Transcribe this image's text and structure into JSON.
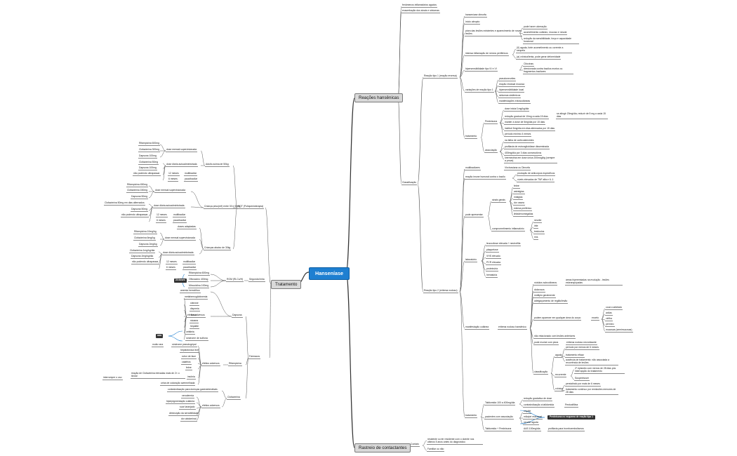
{
  "root": "Hanseníase",
  "main": {
    "reacoes": "Reações hansênicas",
    "tratamento": "Tratamento",
    "rastreio": "Rastreio de contactantes"
  },
  "reacoes_top": {
    "fenomenos": "fenômenos inflamatórios agudos",
    "exacerbacao": "exacerbação dos sinais e sintomas",
    "classificacao": "Classificação"
  },
  "tipo1": {
    "title": "Reação tipo 1 (reação reversa)",
    "hanseniase_dimorfa": "hanseníase dimorfa",
    "inicio_abrupto": "início abrupto",
    "piora_lesoes": "piora das lesões existentes e aparecimento de novas lesões",
    "pode_ulceracao": "pode haver ulceração",
    "acometimento": "acometimento cutâneo, mucoso e neural",
    "reducao_sens": "redução da sensibilidade, força e capacidade funcional",
    "intensa_inflamacao": "intensa inflamação de nervos periféricos",
    "forma_aguda": "(0) aguda, forte acometimento ou corrente a sequela",
    "forma_cronica": "(a) crônica/lenta, pode gerar deformidade",
    "hipersens": "hipersensibilidade tipo IV e VI",
    "citocinas": "Citocinas",
    "direcionada": "direcionada contra bacilos mortos ou fragmentos bacilares",
    "variacoes": "variações de reação tipo 1",
    "var": [
      "pseudoneurites",
      "reação residual mucosa",
      "hipersensibilidade local",
      "sintomas sistêmicos",
      "manifestações extracutâneas"
    ],
    "tratamento": "tratamento",
    "prednisona": "Prednisona",
    "pred": [
      "dose inicial 1mg/kg/dia",
      "redução gradual de 10mg a cada 15 dias",
      "manter a dose de 5mg/dia por 15 dias",
      "instituir 5mg/dia em dias alternados por 15 dias",
      "período mínimo 4 meses"
    ],
    "pred_reduz": "se atingir 20mg/dia, reduzir de 5 mg a cada 15 dias",
    "associacao": "associação",
    "assoc": [
      "na falha de corticosteroides",
      "profilaxia de estrongiloidíase disseminada",
      "400mg/dia por 3 dias consecutivos",
      "Ivermectina em dose única 200mcg/kg (sempre a prova)"
    ]
  },
  "tipo2": {
    "title": "Reação tipo 2 (eritema nodoso)",
    "multibacilares": "multibacilares",
    "virchowiana": "Virchowiana ou Dimorfa",
    "imune_humoral": "reação imune humoral contra o bacilo",
    "producao_ac": "produção de anticorpos específicos",
    "tnf": "níveis elevados de TNF alfa e IL-1",
    "pode_apresentar": "pode apresentar",
    "sinal_geral": "sinais gerais",
    "sinais": [
      "febre",
      "astralgias",
      "mialgias",
      "dor ossea",
      "edema periférico",
      "linfadenomegalias"
    ],
    "comprometimento": "comprometimento inflamatório",
    "comp": [
      "neurite",
      "irite",
      "testículos",
      "rins"
    ],
    "laboratorio": "laboratório",
    "lab": [
      "leucocitose elevada + neutrofilia",
      "plaquetose",
      "VHS elevado",
      "PCR elevada",
      "proteinúria",
      "hematúria"
    ],
    "manifestacao": "manifestação cutânea",
    "eritema": "eritema nodoso hansênico",
    "nodulos": "nódulos subcutâneos",
    "lesoes_hiper": "áreas hiperemiadas na evolução - lesões esbranquiçadas",
    "leuc_dolorosos": "dolorosos",
    "multiplo": "múltiplo geralmente",
    "adelgacamento": "adelgaçamento de região/lesão",
    "podem_aparecer": "podem aparecer em qualquer área do corpo",
    "exceto": "exceto",
    "couro": "couro cabeludo",
    "axilas": "axilas",
    "virilha": "virilha",
    "periteo": "períneo",
    "mucosas": "mucosas (semimucosas)",
    "nao_relacionado": "não relacionado com lesões anteriores",
    "evoluir": "pode evoluir com piora",
    "eritema_necrotico": "eritema nodoso necrotizante",
    "classificacao": "classificação",
    "aguda": "aguda",
    "aguda_items": [
      "período por menos de 6 meses",
      "tratamento eficaz",
      "ausência de tratamento: não associada a recorrência de lesões"
    ],
    "recorrente": "recorrente",
    "rec_items": [
      "2º episódio com menos de 28 dias pós interrupção do tratamento",
      "Suspenhuser"
    ],
    "cronica": "crônica",
    "cron_items": [
      "persistindo por mais de 6 meses",
      "tratamento contínuo por remissões menores de 28 dias"
    ],
    "tratamento": "tratamento",
    "talidomida": "Talidomida 100 a 400mg/dia",
    "talid_items": [
      "redução gradativa de dose",
      "contraindicação a talidomida"
    ],
    "pentoxifilina": "Pentoxifilina",
    "pacientes": "pacientes com associação",
    "pac_items": [
      "orquite",
      "mão/pé reacional",
      "neurite aguda"
    ],
    "prednisona_tag": "Prednisona no esquema de reação tipo 1",
    "talid_pred": "Talidomida + Prednisona",
    "aas": "AAS 100mg/dia",
    "profilaxia": "profilaxia para tromboembolismos"
  },
  "rastreio": {
    "contato": "Contato",
    "residente": "residente ou ter residente com o doente nos últimos 5 anos antes do diagnóstico",
    "familiar": "Familiar ou não"
  },
  "trat": {
    "pqt": "PQT (Poliquimioterapia)",
    "adulto": "Adulto acima de 50kg",
    "adulto_mensal": "dose mensal supervisionada",
    "adulto_mensal_items": [
      "Rifampicina 600mg",
      "Clofazimina 300mg",
      "Dapsona 100mg"
    ],
    "adulto_diaria": "dose diária autoadministrada",
    "adulto_diaria_items": [
      "Clofazimina 50mg",
      "Dapsona 100mg"
    ],
    "multibacilar": "multibacilar",
    "paucibacilar": "paucibacilar",
    "doze_meses": "12 meses",
    "seis_meses": "6 meses",
    "nao_podendo": "não podendo ultrapassar",
    "crianca": "Criança peso(ref) entre 30 e 50kg",
    "crianca_mensal": "dose mensal supervisionada",
    "crianca_mensal_items": [
      "Rifampicina 450mg",
      "Clofazimina 150mg",
      "Dapsona 50mg"
    ],
    "crianca_diaria": "dose diária autoadministrada",
    "crianca_diaria_items": [
      "Clofazimina 50mg em dias alternados",
      "Dapsona 50mg"
    ],
    "crianca_abaixo": "Crianças abaixo de 30kg",
    "doses_adaptadas": "doses adaptadas",
    "abaixo_mensal": "dose mensal supervisionada",
    "abaixo_mensal_items": [
      "Rifampicina 10mg/kg",
      "Clofazimina 6mg/kg",
      "Dapsona 2mg/kg"
    ],
    "abaixo_diaria": "dose diária autoadministrada",
    "abaixo_diaria_items": [
      "Clofazimina 1mg/kg/dia",
      "Dapsona 2mg/kg/dia"
    ],
    "segunda_linha": "Segunda linha",
    "rom": "ROM (RLCo/H)",
    "rom_items": [
      "Rifampicina 600mg",
      "Ofloxacino 400mg",
      "Minociclina 100mg"
    ],
    "tag_24": "24 doses",
    "farmacos": "Fármacos",
    "dapsona": "Dapsona",
    "anemia": "anemia hemolítica",
    "efeitos": "efeitos adversos",
    "dap_efeitos": [
      "metahemoglobinemia",
      "cianose",
      "dispneia",
      "tosse",
      "náusea",
      "hepatite",
      "cefaleia",
      "síndrome de sulfona"
    ],
    "tag_rara": "rara",
    "raro_grave": "muito rara",
    "rifampicina": "Rifampicina",
    "rif_efeitos_title": "efeitos adversos",
    "rif_efeitos": [
      "síndrome pseudogripal",
      "hepatotóxica leve",
      "rubor de face",
      "calafrios",
      "febre",
      "insônia",
      "trombocitopenia"
    ],
    "urina_laranja": "urina de coloração avermelhada",
    "reacao_clofazimina": "reação de Clofazimina elevadas mais de 2× o iluvial",
    "interromper": "interromper o uso",
    "clofazimina": "Clofazimina",
    "clo_contra": "contraindicação para doenças gastrointestinais",
    "clo_efeitos": "efeitos adversos",
    "clo_items": [
      "xerodermia",
      "hiperpigmentação cutânea",
      "suor laranjado",
      "diminuição da sensibilidade",
      "dor abdominal"
    ]
  }
}
